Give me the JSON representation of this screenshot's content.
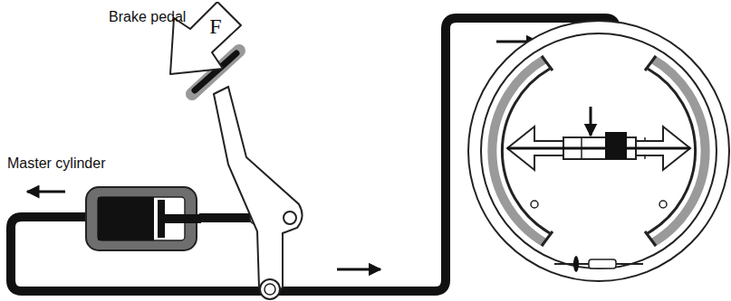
{
  "diagram": {
    "nodes": [
      {
        "text": [
          "F"
        ]
      }
    ],
    "labels": [
      "Brake pedal",
      "Master cylinder"
    ]
  }
}
